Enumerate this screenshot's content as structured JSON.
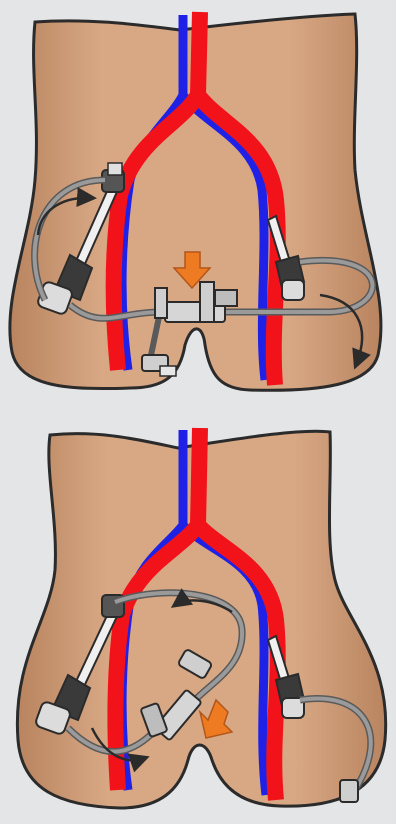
{
  "colors": {
    "background": "#e4e5e7",
    "skin": "#d3a07c",
    "skin_shadow": "#b98460",
    "outline": "#2b2b2b",
    "artery": "#f2121a",
    "vein": "#1f22e6",
    "tubing": "#8e8e8e",
    "tubing_dark": "#5a5a5a",
    "device_metal": "#d6d6d6",
    "device_dark": "#3a3a3a",
    "indicator_arrow": "#ee7b22",
    "flow_arrow": "#2b2b2b"
  },
  "panels": [
    {
      "name": "top-panel",
      "icons": [
        "pelvis-illustration",
        "artery-aorta-icon",
        "vein-cava-icon",
        "cannula-right-icon",
        "cannula-left-icon",
        "connector-valve-icon",
        "orange-arrow-down-icon",
        "flow-arrow-icon"
      ]
    },
    {
      "name": "bottom-panel",
      "icons": [
        "pelvis-illustration",
        "artery-aorta-icon",
        "vein-cava-icon",
        "cannula-right-icon",
        "cannula-left-icon",
        "connector-valve-icon",
        "orange-arrow-diagonal-icon",
        "flow-arrow-icon"
      ]
    }
  ]
}
